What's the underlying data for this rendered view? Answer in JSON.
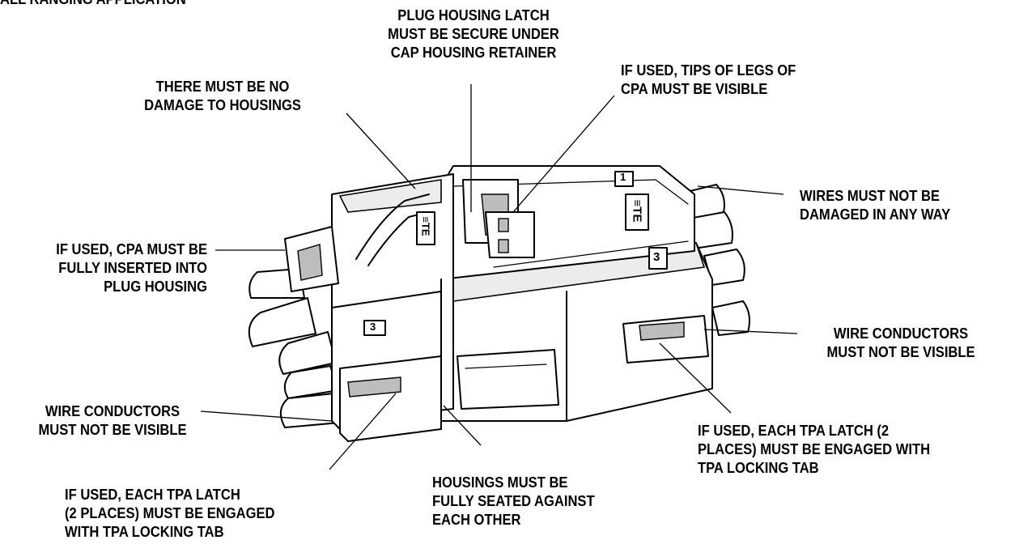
{
  "title": "ALL RANGING APPLICATION",
  "labels": {
    "plug_latch": "PLUG HOUSING LATCH\nMUST BE SECURE UNDER\nCAP HOUSING RETAINER",
    "no_damage": "THERE MUST BE NO\nDAMAGE TO HOUSINGS",
    "cpa_tips": "IF USED, TIPS OF LEGS OF\nCPA MUST BE VISIBLE",
    "wires": "WIRES MUST NOT BE\nDAMAGED IN ANY WAY",
    "cpa_inserted": "IF USED, CPA MUST BE\nFULLY INSERTED INTO\nPLUG HOUSING",
    "conductors_right": "WIRE CONDUCTORS\nMUST NOT BE VISIBLE",
    "conductors_left": "WIRE CONDUCTORS\nMUST NOT BE VISIBLE",
    "tpa_right": "IF USED, EACH TPA LATCH (2\nPLACES) MUST BE ENGAGED WITH\nTPA LOCKING TAB",
    "housings_seated": "HOUSINGS MUST BE\nFULLY SEATED AGAINST\nEACH OTHER",
    "tpa_left": "IF USED, EACH TPA  LATCH\n(2 PLACES) MUST BE ENGAGED\nWITH TPA LOCKING TAB"
  },
  "markings": {
    "logo": "≡TE",
    "cavity_top": "1",
    "cavity_right": "3",
    "cavity_left": "3"
  }
}
